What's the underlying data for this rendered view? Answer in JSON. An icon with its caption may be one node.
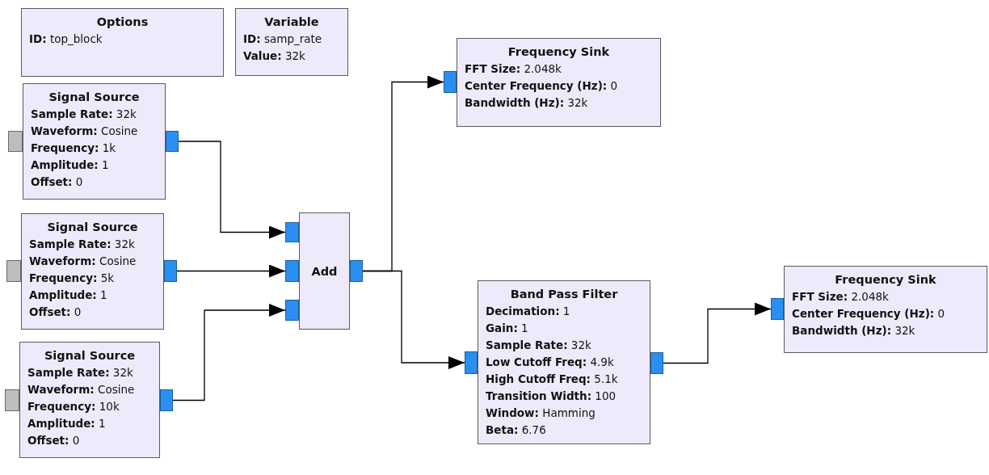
{
  "diagram": {
    "nodes": [
      {
        "text": [
          "Options",
          "**ID:** top_block"
        ]
      },
      {
        "text": [
          "Variable",
          "**ID:** samp_rate",
          "**Value:** 32k"
        ]
      },
      {
        "text": [
          "Signal Source",
          "**Sample Rate:** 32k",
          "**Waveform:** Cosine",
          "**Frequency:** 1k",
          "**Amplitude:** 1",
          "**Offset:** 0"
        ]
      },
      {
        "text": [
          "Signal Source",
          "**Sample Rate:** 32k",
          "**Waveform:** Cosine",
          "**Frequency:** 5k",
          "**Amplitude:** 1",
          "**Offset:** 0"
        ]
      },
      {
        "text": [
          "Signal Source",
          "**Sample Rate:** 32k",
          "**Waveform:** Cosine",
          "**Frequency:** 10k",
          "**Amplitude:** 1",
          "**Offset:** 0"
        ]
      },
      {
        "text": [
          "Add"
        ]
      },
      {
        "text": [
          "Frequency Sink",
          "**FFT Size:** 2.048k",
          "**Center Frequency (Hz):** 0",
          "**Bandwidth (Hz):** 32k"
        ]
      },
      {
        "text": [
          "Band Pass Filter",
          "**Decimation:** 1",
          "**Gain:** 1",
          "**Sample Rate:** 32k",
          "**Low Cutoff Freq:** 4.9k",
          "**High Cutoff Freq:** 5.1k",
          "**Transition Width:** 100",
          "**Window:** Hamming",
          "**Beta:** 6.76"
        ]
      },
      {
        "text": [
          "Frequency Sink",
          "**FFT Size:** 2.048k",
          "**Center Frequency (Hz):** 0",
          "**Bandwidth (Hz):** 32k"
        ]
      },
      {
        "text": [],
        "shape": "box"
      },
      {
        "text": [],
        "shape": "box"
      },
      {
        "text": [],
        "shape": "box"
      },
      {
        "text": [],
        "shape": "box"
      },
      {
        "text": [],
        "shape": "box"
      },
      {
        "text": [],
        "shape": "box"
      },
      {
        "text": [],
        "shape": "box"
      },
      {
        "text": [],
        "shape": "box"
      },
      {
        "text": [],
        "shape": "box"
      },
      {
        "text": [],
        "shape": "box"
      },
      {
        "text": [],
        "shape": "box"
      },
      {
        "text": [],
        "shape": "box"
      },
      {
        "text": [],
        "shape": "box"
      },
      {
        "text": [],
        "shape": "box"
      }
    ],
    "edges": [
      {
        "from": 10,
        "to": 15,
        "arrow": "to"
      },
      {
        "from": 12,
        "to": 16,
        "arrow": "to"
      },
      {
        "from": 14,
        "to": 17,
        "arrow": "to"
      },
      {
        "from": 18,
        "to": 19,
        "arrow": "to"
      },
      {
        "from": 18,
        "to": 20,
        "arrow": "to"
      },
      {
        "from": 21,
        "to": 22,
        "arrow": "to"
      }
    ]
  }
}
